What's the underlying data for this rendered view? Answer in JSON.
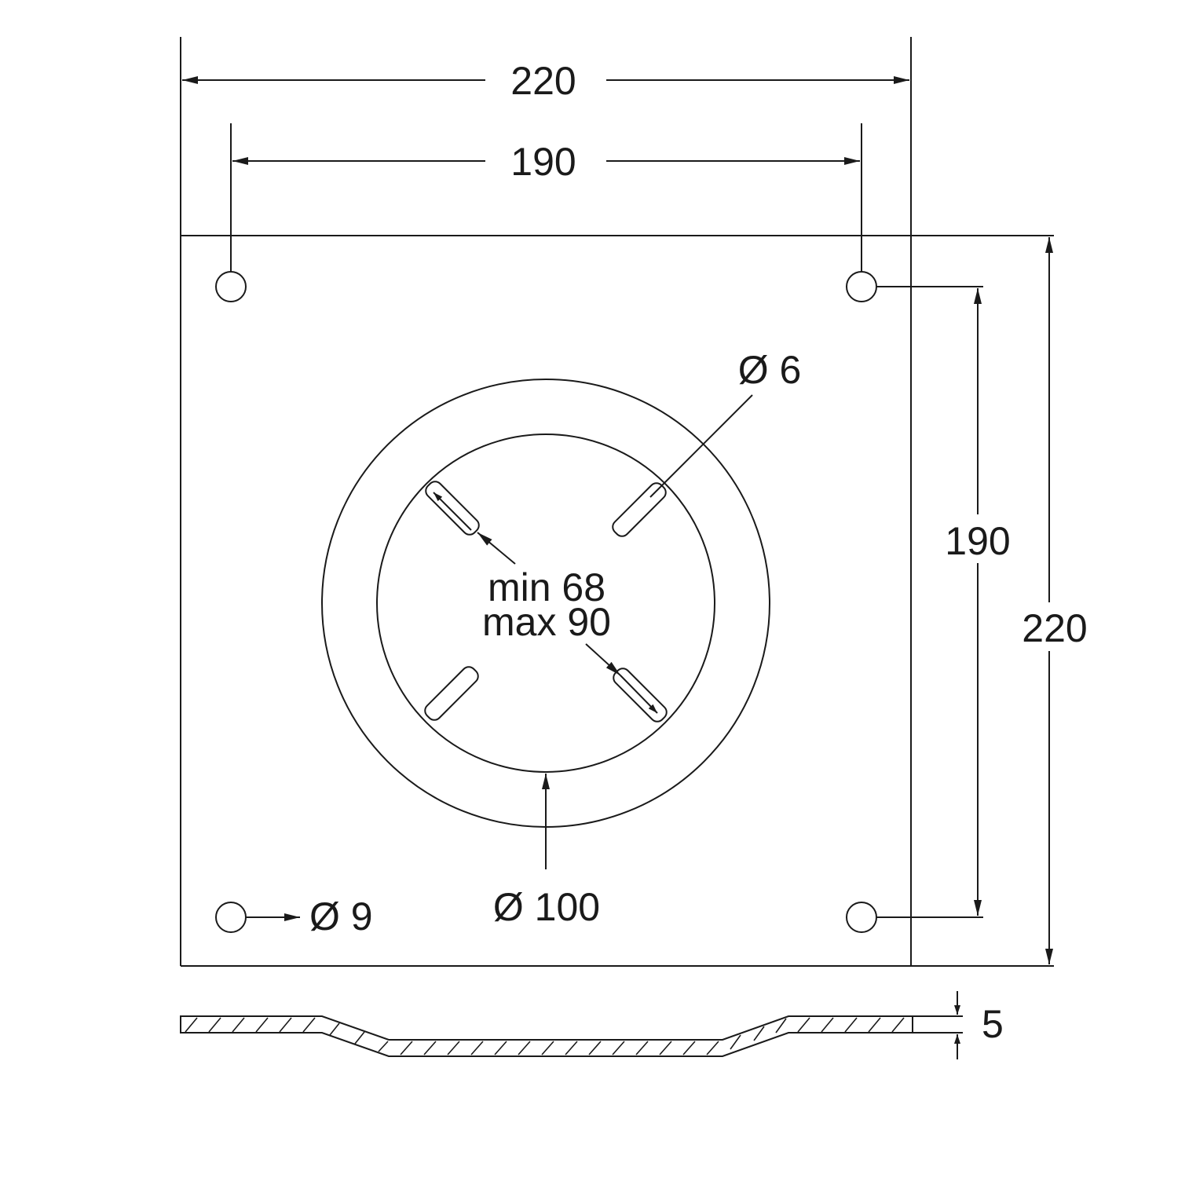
{
  "colors": {
    "line": "#1a1a1a",
    "background": "#ffffff"
  },
  "dimensions": {
    "plate_width": "220",
    "hole_spacing_horizontal": "190",
    "hole_spacing_vertical": "190",
    "plate_height": "220",
    "slot_diameter": "Ø 6",
    "slot_range_min": "min 68",
    "slot_range_max": "max 90",
    "center_diameter": "Ø 100",
    "corner_hole_diameter": "Ø 9",
    "plate_thickness": "5"
  }
}
